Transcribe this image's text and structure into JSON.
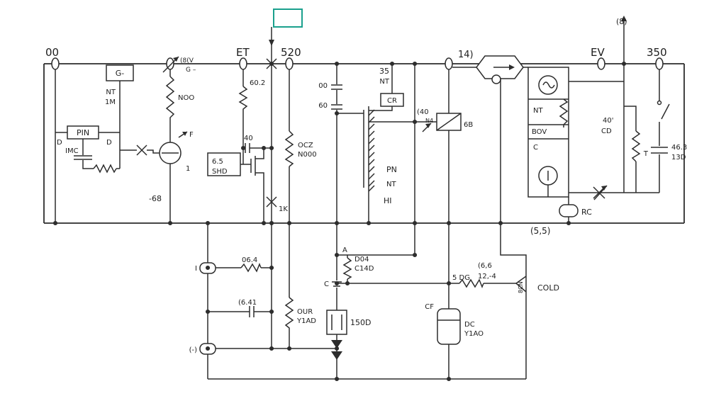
{
  "meta": {
    "title": "Electrical circuit schematic",
    "accent_color": "#1aa08d",
    "line_color": "#2d2d2d",
    "background_color": "#ffffff"
  },
  "labels": {
    "top": {
      "n00": "00",
      "et": "ET",
      "n520": "520",
      "n14": "14)",
      "ev": "EV",
      "n350": "350",
      "n8": "(8)"
    },
    "left": {
      "g": "G-",
      "nt": "NT",
      "m1": "1M",
      "pin": "PIN",
      "imc": "IMC",
      "d_left": "D",
      "d_right": "D",
      "neg68": "-68",
      "f": "F",
      "v8": "(8(V",
      "gdash": "G –",
      "noo": "NOO",
      "one": "1"
    },
    "mid": {
      "r602": "60.2",
      "c40": "40",
      "n65": "6.5",
      "shd": "SHD",
      "ocz": "OCZ",
      "n000": "N000",
      "k1": "1K",
      "p00": "00",
      "p60": "60",
      "n35": "35",
      "nt": "NT",
      "cr": "CR",
      "p40": "(40",
      "n4": "N4",
      "b6": "6B",
      "pn": "PN",
      "nt2": "NT",
      "hi": "HI"
    },
    "right": {
      "nt": "NT",
      "bov": "BOV",
      "c": "C",
      "n40": "40'",
      "cd": "CD",
      "t": "T",
      "n463": "46.3",
      "n13d": "13D",
      "rc": "RC",
      "n55": "(5,5)"
    },
    "low": {
      "i": "I",
      "n064": "06.4",
      "n641": "(6.41",
      "neg": "(-)",
      "our": "OUR",
      "y1ad": "Y1AD",
      "a": "A",
      "d04": "D04",
      "c14d": "C14D",
      "c": "C",
      "n150d": "150D",
      "dg5": "5 DG",
      "cf": "CF",
      "dc": "DC",
      "y1ao": "Y1AO",
      "n66": "(6,6",
      "n124": "12,-4",
      "cold": "COLD",
      "bcn": "8CN"
    }
  }
}
